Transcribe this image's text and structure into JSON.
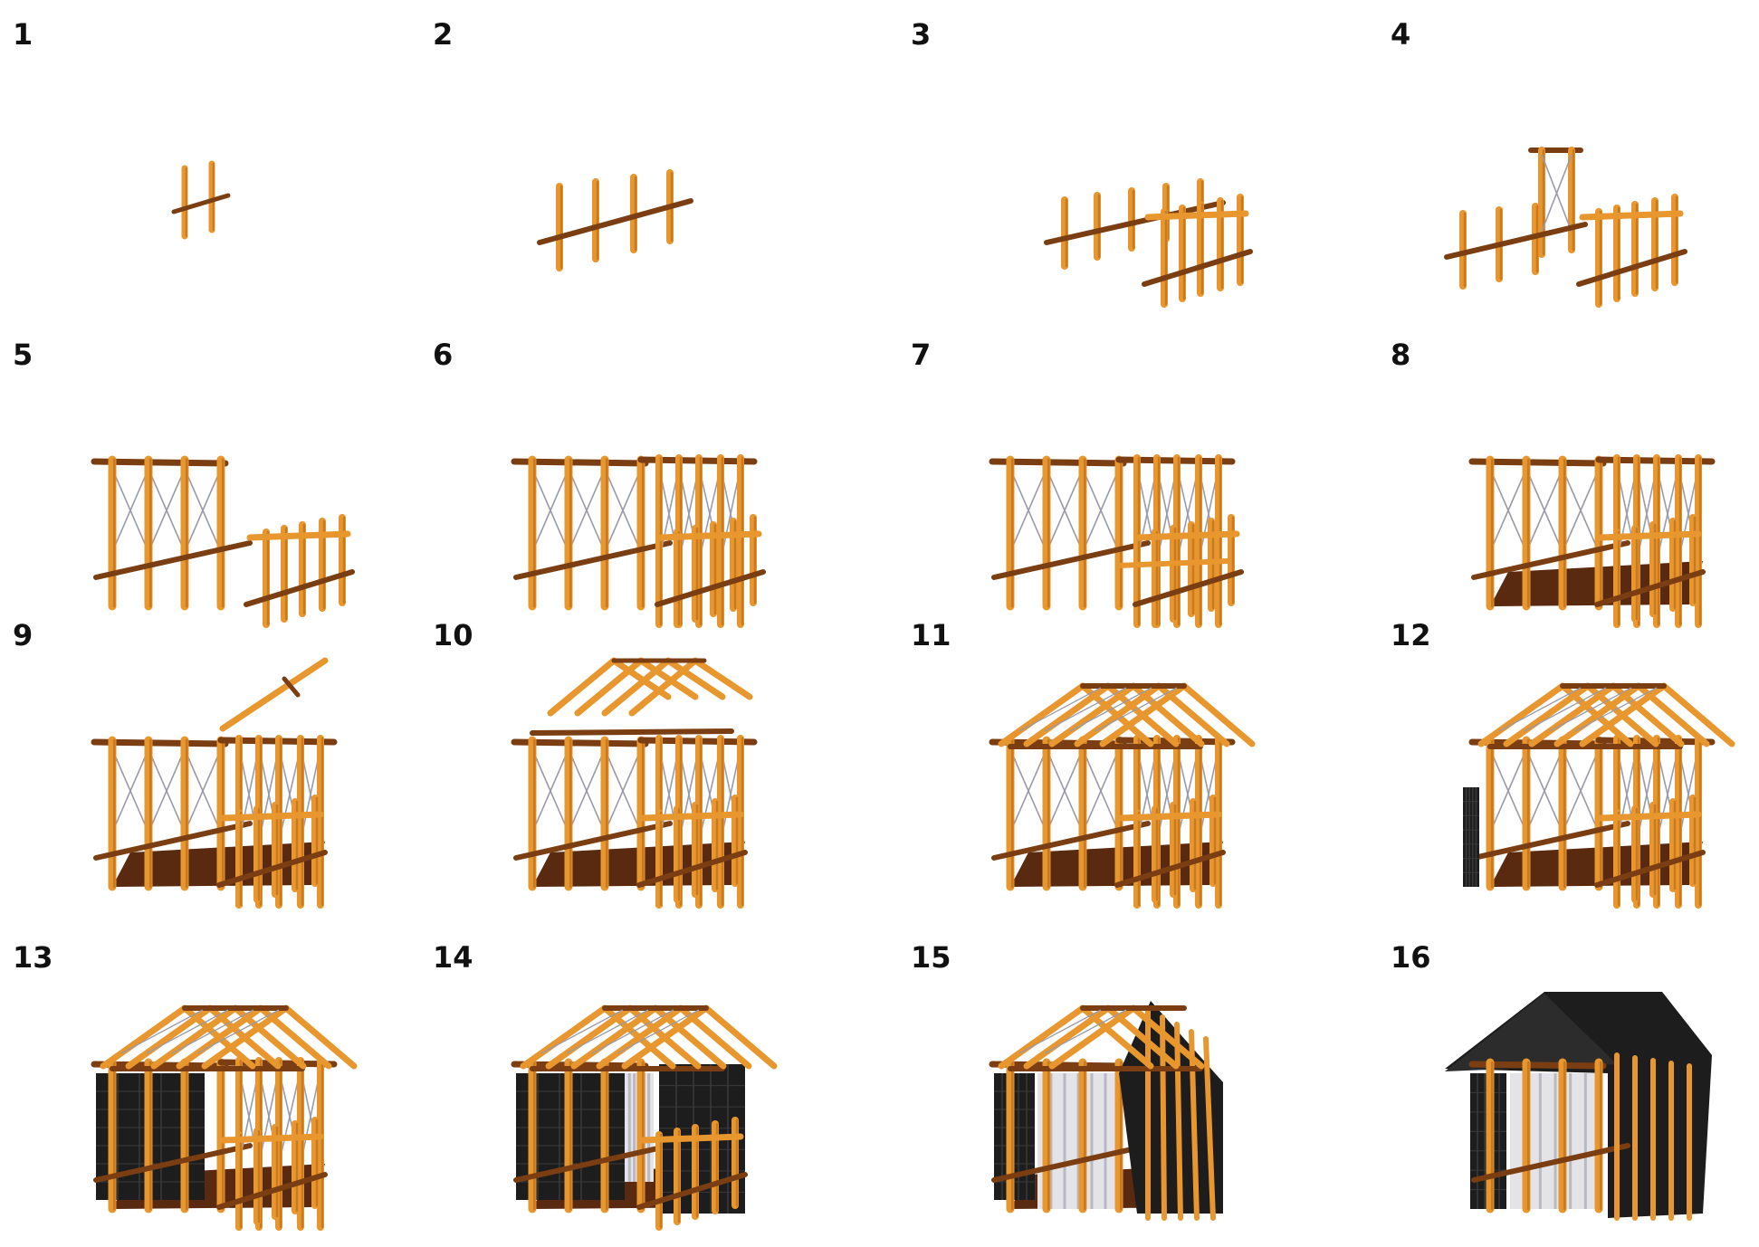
{
  "steps": [
    {
      "label": "1"
    },
    {
      "label": "2"
    },
    {
      "label": "3"
    },
    {
      "label": "4"
    },
    {
      "label": "5"
    },
    {
      "label": "6"
    },
    {
      "label": "7"
    },
    {
      "label": "8"
    },
    {
      "label": "9"
    },
    {
      "label": "10"
    },
    {
      "label": "11"
    },
    {
      "label": "12"
    },
    {
      "label": "13"
    },
    {
      "label": "14"
    },
    {
      "label": "15"
    },
    {
      "label": "16"
    }
  ],
  "colors": {
    "bamboo": "#e8962e",
    "bamboo_dark": "#b5681a",
    "beam": "#7a3e12",
    "floor": "#5a2a10",
    "bracing": "#9a9aa8",
    "panel": "#1d1d1d",
    "panel_grid": "#3a3a3a",
    "light_panel": "#e4e4e8"
  }
}
